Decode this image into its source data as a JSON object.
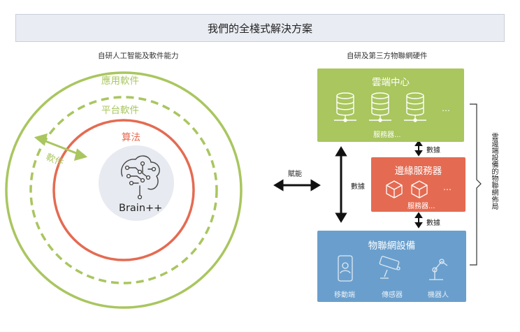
{
  "title": "我們的全棧式解決方案",
  "left_section": {
    "title": "自研人工智能及軟件能力",
    "rings": {
      "outer": "應用軟件",
      "middle": "平台軟件",
      "inner": "算法"
    },
    "brain_label": "Brain++",
    "software_arrow": "軟件"
  },
  "empower_label": "賦能",
  "right_section": {
    "title": "自研及第三方物聯網硬件",
    "cloud": {
      "title": "雲端中心",
      "servers_label": "服務器...",
      "more": "…"
    },
    "edge": {
      "title": "邊緣服務器",
      "servers_label": "服務器...",
      "more": "…"
    },
    "iot": {
      "title": "物聯網設備",
      "devices": [
        "移動端",
        "傳感器",
        "機器人"
      ]
    },
    "data_label_1": "數據",
    "data_label_2": "數據",
    "data_label_vertical": "數據",
    "bracket_label": "雲邊端設備的物聯網佈局"
  },
  "colors": {
    "green": "#a9c65f",
    "light_green": "#9bc159",
    "red": "#e46b52",
    "blue": "#6a9fcd",
    "header_bg": "#e9ecf3"
  }
}
